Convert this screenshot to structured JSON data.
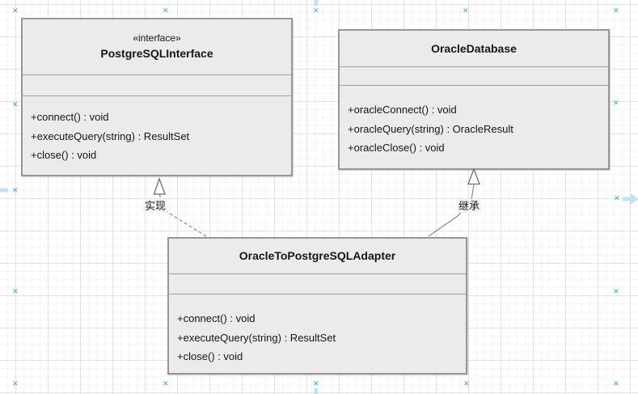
{
  "canvas": {
    "marker_glyph": "✕",
    "marker_color": "#2aa9e1",
    "pan_arrow_color": "#bfe2f4",
    "grid_minor_color": "#f7f4f4",
    "grid_major_color": "#e3e1e1"
  },
  "diagram": {
    "classes": [
      {
        "stereotype": "«interface»",
        "name": "PostgreSQLInterface",
        "methods": [
          "+connect() : void",
          "+executeQuery(string) : ResultSet",
          "+close() : void"
        ]
      },
      {
        "name": "OracleDatabase",
        "methods": [
          "+oracleConnect() : void",
          "+oracleQuery(string) : OracleResult",
          "+oracleClose() : void"
        ]
      },
      {
        "name": "OracleToPostgreSQLAdapter",
        "methods": [
          "+connect() : void",
          "+executeQuery(string) : ResultSet",
          "+close() : void"
        ]
      }
    ],
    "relationships": [
      {
        "label": "实现",
        "type": "realization: dashed line, hollow triangle to PostgreSQLInterface"
      },
      {
        "label": "继承",
        "type": "generalization: solid line, hollow triangle to OracleDatabase"
      }
    ],
    "colors": {
      "box_fill": "#ebebeb",
      "box_border": "#979797",
      "text": "#161616",
      "connector": "#8a8a8a"
    }
  }
}
